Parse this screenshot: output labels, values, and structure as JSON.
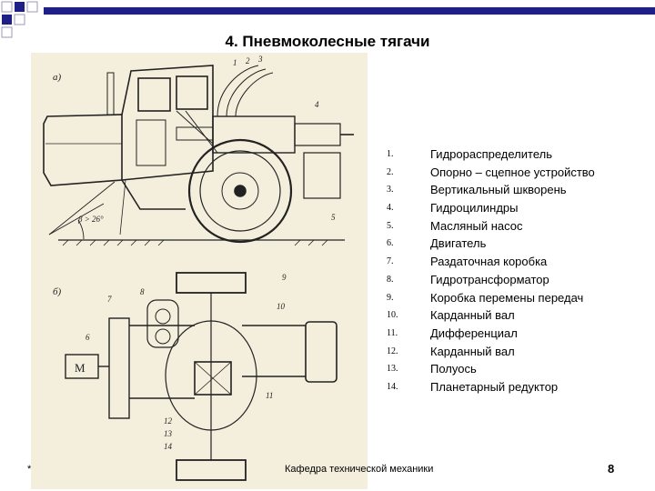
{
  "title": "4. Пневмоколесные тягачи",
  "figure": {
    "label_a": "а)",
    "label_b": "б)",
    "angle": "β > 26°",
    "top_callouts": [
      "1",
      "2",
      "3",
      "4",
      "5"
    ],
    "motor_label": "М",
    "bottom_callouts": [
      "6",
      "7",
      "8",
      "9",
      "10",
      "11",
      "12",
      "13",
      "14"
    ]
  },
  "legend": [
    {
      "num": "1.",
      "text": "Гидрораспределитель"
    },
    {
      "num": "2.",
      "text": "Опорно – сцепное устройство"
    },
    {
      "num": "3.",
      "text": "Вертикальный шкворень"
    },
    {
      "num": "4.",
      "text": "Гидроцилиндры"
    },
    {
      "num": "5.",
      "text": "Масляный насос"
    },
    {
      "num": "6.",
      "text": "Двигатель"
    },
    {
      "num": "7.",
      "text": "Раздаточная коробка"
    },
    {
      "num": "8.",
      "text": "Гидротрансформатор"
    },
    {
      "num": "9.",
      "text": "Коробка перемены передач"
    },
    {
      "num": "10.",
      "text": "Карданный вал"
    },
    {
      "num": "11.",
      "text": "Дифференциал"
    },
    {
      "num": "12.",
      "text": "Карданный вал"
    },
    {
      "num": "13.",
      "text": "Полуось"
    },
    {
      "num": "14.",
      "text": "Планетарный редуктор"
    }
  ],
  "footer": {
    "left": "*",
    "center": "Кафедра технической механики",
    "page": "8"
  },
  "colors": {
    "accent_bar": "#1f1f88",
    "corner_fill": "#1f1f88",
    "drawing_paper": "#f4eedd",
    "drawing_line": "#222222"
  }
}
